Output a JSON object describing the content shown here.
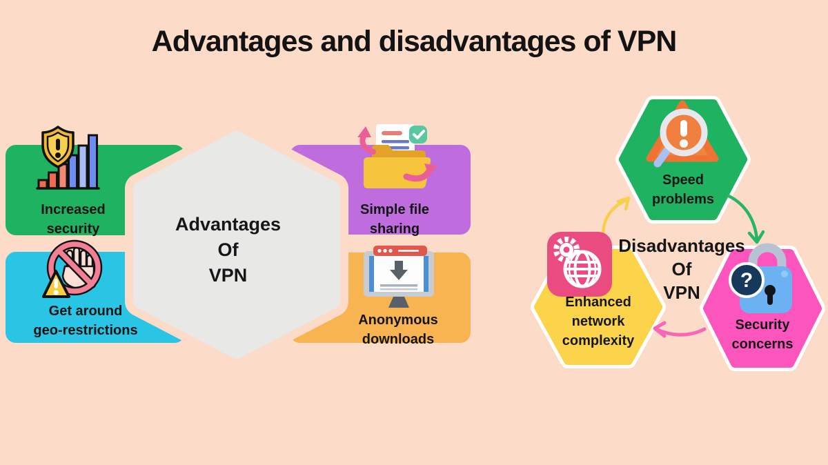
{
  "title": "Advantages and disadvantages of VPN",
  "palette": {
    "background": "#fcdcc8",
    "green": "#1fb261",
    "cyan": "#2ac4e4",
    "purple": "#bf6cdf",
    "orange": "#f8b450",
    "center_hexagon_gray": "#e8e8e7",
    "pink_hexagon": "#fc55bd",
    "yellow_hexagon": "#fcd44c",
    "text_black": "#141414",
    "arrow_yellow": "#f6cf4b",
    "arrow_green": "#28b567",
    "arrow_pink": "#f767b8"
  },
  "advantages": {
    "center_lines": [
      "Advantages",
      "Of",
      "VPN"
    ],
    "items": [
      {
        "label_lines": [
          "Increased",
          "security"
        ],
        "color": "#1fb261",
        "icon": "bar-chart-shield-icon"
      },
      {
        "label_lines": [
          "Get around",
          "geo-restrictions"
        ],
        "color": "#2ac4e4",
        "icon": "blocked-hand-warning-icon"
      },
      {
        "label_lines": [
          "Simple file",
          "sharing"
        ],
        "color": "#bf6cdf",
        "icon": "folder-share-icon"
      },
      {
        "label_lines": [
          "Anonymous",
          "downloads"
        ],
        "color": "#f8b450",
        "icon": "monitor-download-icon"
      }
    ]
  },
  "disadvantages": {
    "center_lines": [
      "Disadvantages",
      "Of",
      "VPN"
    ],
    "lock_badge": "?",
    "items": [
      {
        "label_lines": [
          "Speed",
          "problems"
        ],
        "color": "#1fb261",
        "icon": "magnifier-warning-triangle-icon"
      },
      {
        "label_lines": [
          "Security",
          "concerns"
        ],
        "color": "#fc55bd",
        "icon": "padlock-question-icon"
      },
      {
        "label_lines": [
          "Enhanced",
          "network",
          "complexity"
        ],
        "color": "#fcd44c",
        "icon": "globe-gear-icon"
      }
    ]
  }
}
